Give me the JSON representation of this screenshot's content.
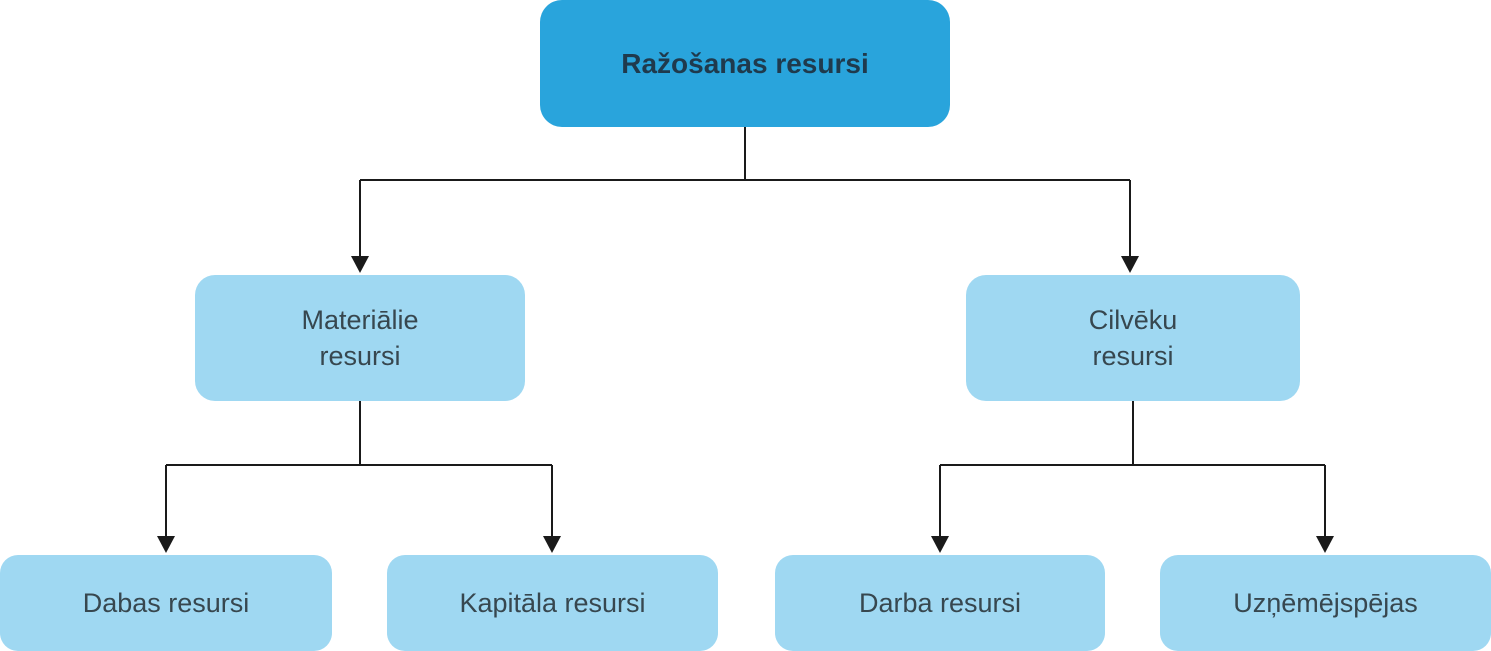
{
  "diagram": {
    "title_node": {
      "label": "Ražošanas resursi"
    },
    "branch_nodes": [
      {
        "label": "Materiālie\nresursi"
      },
      {
        "label": "Cilvēku\nresursi"
      }
    ],
    "leaf_nodes": [
      {
        "label": "Dabas resursi"
      },
      {
        "label": "Kapitāla resursi"
      },
      {
        "label": "Darba resursi"
      },
      {
        "label": "Uzņēmējspējas"
      }
    ]
  },
  "colors": {
    "root-bg": "#29A4DC",
    "node-bg": "#9FD8F2",
    "root-text": "#1F3A4D",
    "node-text": "#37474F",
    "line": "#1A1A1A",
    "page-bg": "#FFFFFF"
  }
}
